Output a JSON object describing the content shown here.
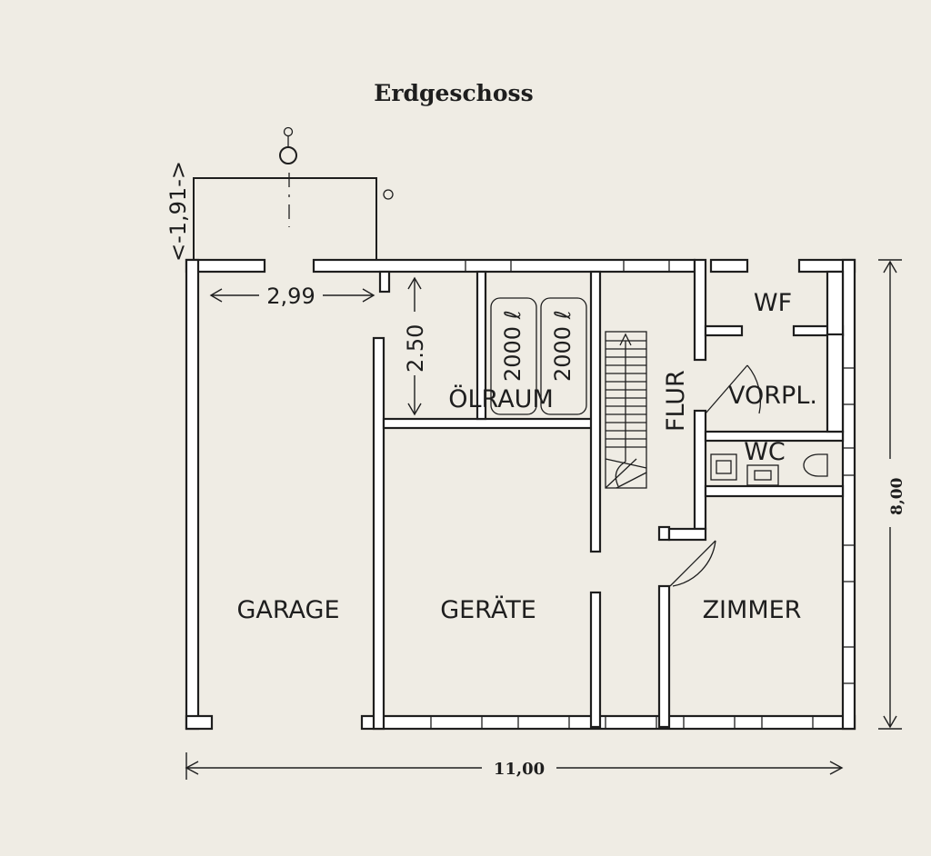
{
  "title": "Erdgeschoss",
  "rooms": {
    "garage": "GARAGE",
    "geraete": "GERÄTE",
    "zimmer": "ZIMMER",
    "oelraum": "ÖLRAUM",
    "flur": "FLUR",
    "wf": "WF",
    "vorpl": "VORPL.",
    "wc": "WC"
  },
  "tanks": {
    "left": "2000 ℓ",
    "right": "2000 ℓ"
  },
  "dimensions": {
    "terrace_depth": "<-1,91->",
    "garage_door_width": "2,99",
    "oelraum_depth": "2.50",
    "total_depth": "8,00",
    "total_width": "11,00"
  }
}
